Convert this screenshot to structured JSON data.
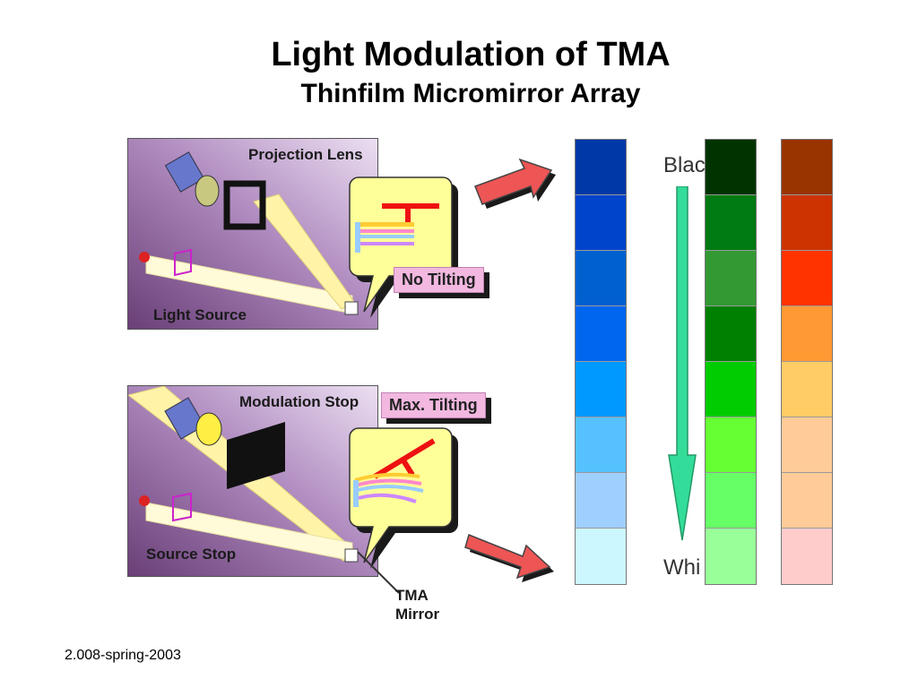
{
  "title": "Light Modulation of TMA",
  "subtitle": "Thinfilm Micromirror Array",
  "panels": {
    "top": {
      "projection_lens": "Projection Lens",
      "light_source": "Light Source",
      "state": "No Tilting"
    },
    "bottom": {
      "modulation_stop": "Modulation Stop",
      "source_stop": "Source Stop",
      "state": "Max. Tilting",
      "mirror_label_line1": "TMA",
      "mirror_label_line2": "Mirror"
    }
  },
  "scale": {
    "top": "Blac",
    "bottom": "Whi"
  },
  "colors": {
    "blue": [
      "#0038a8",
      "#0044cc",
      "#0060d0",
      "#0066ee",
      "#0099ff",
      "#55c2ff",
      "#9fcfff",
      "#ccf7ff"
    ],
    "green": [
      "#003300",
      "#007a12",
      "#339933",
      "#008000",
      "#00cc00",
      "#66ff33",
      "#66ff66",
      "#99ff99"
    ],
    "orange": [
      "#993300",
      "#cc3300",
      "#ff3300",
      "#ff9933",
      "#ffcc66",
      "#ffcc99",
      "#ffcc99",
      "#ffcccc"
    ]
  },
  "footer": "2.008-spring-2003"
}
